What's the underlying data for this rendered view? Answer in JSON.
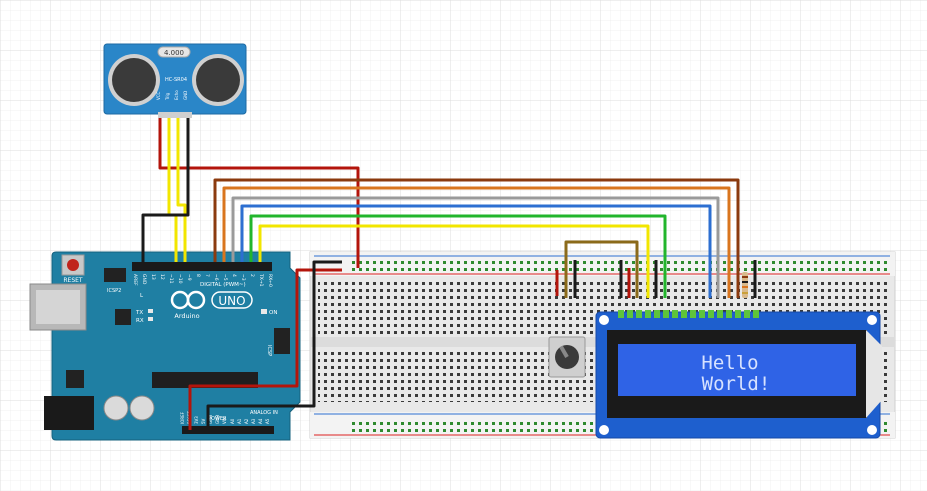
{
  "sensor": {
    "model": "HC-SR04",
    "crystal": "4.000",
    "pins": [
      "VCC",
      "Trig",
      "Echo",
      "GND"
    ]
  },
  "arduino": {
    "brand": "Arduino",
    "model": "UNO",
    "reset_label": "RESET",
    "icsp2_label": "ICSP2",
    "icsp_label": "ICSP",
    "l_label": "L",
    "tx_label": "TX",
    "rx_label": "RX",
    "on_label": "ON",
    "digital_label": "DIGITAL (PWM~)",
    "analog_label": "ANALOG IN",
    "power_label": "POWER",
    "aref": "AREF",
    "gnd": "GND",
    "digital_pins": [
      "13",
      "12",
      "~11",
      "~10",
      "~9",
      "8",
      "7",
      "~6",
      "~5",
      "4",
      "~3",
      "2",
      "TX→1",
      "RX←0"
    ],
    "power_pins": [
      "IOREF",
      "RESET",
      "3V3",
      "5V",
      "GND",
      "GND",
      "VIN"
    ],
    "analog_pins": [
      "A0",
      "A1",
      "A2",
      "A3",
      "A4",
      "A5"
    ]
  },
  "lcd": {
    "line1": "Hello",
    "line2": "World!"
  },
  "colors": {
    "grid": "#e6e6e6",
    "board_blue": "#1f7fa3",
    "sensor_blue": "#2a86c8",
    "lcd_blue": "#1e5fce",
    "lcd_screen": "#2f63e6",
    "lcd_text": "#d7e2ff",
    "wire_red": "#b3140b",
    "wire_black": "#1a1a1a",
    "wire_yellow": "#f2e600",
    "wire_brown": "#8b3a0e",
    "wire_orange": "#d9751e",
    "wire_gray": "#9a9a9a",
    "wire_blue": "#2d6fd1",
    "wire_green": "#22b52c",
    "breadboard": "#ececec"
  }
}
